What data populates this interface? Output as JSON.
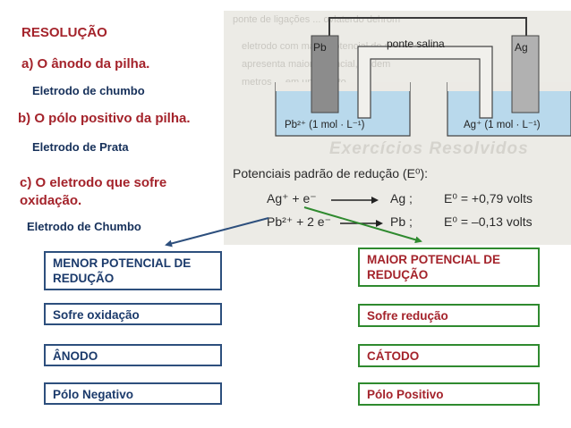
{
  "resolution": {
    "heading": "RESOLUÇÃO",
    "q_a": "a) O ânodo da pilha.",
    "a_a": "Eletrodo de chumbo",
    "q_b": "b) O pólo positivo da pilha.",
    "a_b": "Eletrodo de Prata",
    "q_c_line1": "c) O eletrodo que sofre",
    "q_c_line2": "oxidação.",
    "a_c": "Eletrodo de Chumbo"
  },
  "cell_image": {
    "left_electrode": "Pb",
    "right_electrode": "Ag",
    "salt_bridge": "ponte salina",
    "left_solution": "Pb²⁺ (1 mol · L⁻¹)",
    "right_solution": "Ag⁺ (1 mol · L⁻¹)",
    "background_heading": "Exercícios Resolvidos",
    "potentials_title": "Potenciais padrão de redução (E⁰):",
    "eq1_left": "Ag⁺ + e⁻",
    "eq1_right": "Ag ;",
    "eq1_potential": "E⁰ = +0,79 volts",
    "eq2_left": "Pb²⁺ + 2 e⁻",
    "eq2_right": "Pb ;",
    "eq2_potential": "E⁰ = –0,13 volts"
  },
  "left_boxes": {
    "b1_line1": "MENOR POTENCIAL DE",
    "b1_line2": "REDUÇÃO",
    "b2": "Sofre oxidação",
    "b3": "ÂNODO",
    "b4": "Pólo Negativo"
  },
  "right_boxes": {
    "b1_line1": "MAIOR POTENCIAL DE",
    "b1_line2": "REDUÇÃO",
    "b2": "Sofre redução",
    "b3": "CÁTODO",
    "b4": "Pólo Positivo"
  },
  "colors": {
    "question_red": "#a4232b",
    "answer_navy": "#16305a",
    "left_box_border": "#2d4f7d",
    "right_box_border": "#2f8a2f"
  }
}
